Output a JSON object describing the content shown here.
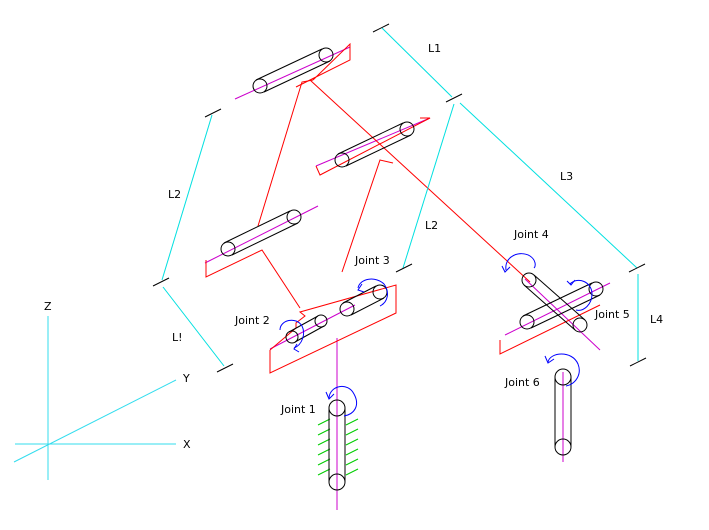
{
  "colors": {
    "link": "#ff0000",
    "axis": "#cc00cc",
    "dimension": "#00e0e0",
    "rotation": "#0000ff",
    "ground": "#00cc00",
    "outline": "#000000",
    "frame": "#33ddee"
  },
  "frame_axes": {
    "z_label": "Z",
    "y_label": "Y",
    "x_label": "X"
  },
  "joints": {
    "joint1": "Joint 1",
    "joint2": "Joint 2",
    "joint3": "Joint 3",
    "joint4": "Joint 4",
    "joint5": "Joint 5",
    "joint6": "Joint 6"
  },
  "dimensions": {
    "l1_top": "L1",
    "l2_left": "L2",
    "l2_mid": "L2",
    "l3": "L3",
    "l4": "L4",
    "l1_bottom": "L!"
  }
}
